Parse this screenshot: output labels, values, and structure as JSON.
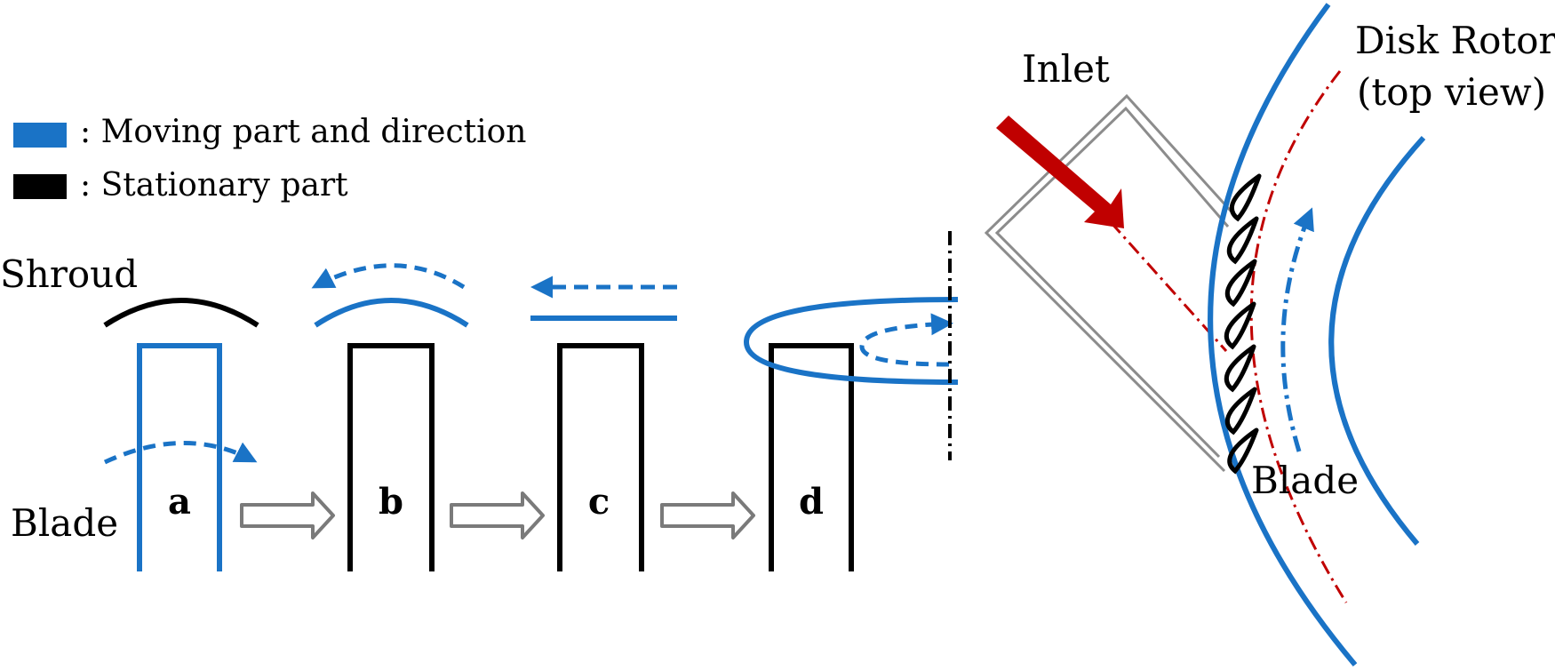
{
  "colors": {
    "moving": "#1a73c6",
    "stationary": "#000000",
    "arrow_outline": "#7a7a7a",
    "inlet": "#c00000",
    "centerline": "#c00000",
    "nozzle": "#8c8c8c"
  },
  "legend": {
    "moving_label": ": Moving part and direction",
    "stationary_label": ": Stationary part"
  },
  "labels": {
    "shroud": "Shroud",
    "blade": "Blade",
    "inlet": "Inlet",
    "disk_rotor_line1": "Disk Rotor",
    "disk_rotor_line2": "(top view)",
    "rotor_blade": "Blade"
  },
  "stages": [
    {
      "id": "a"
    },
    {
      "id": "b"
    },
    {
      "id": "c"
    },
    {
      "id": "d"
    }
  ]
}
